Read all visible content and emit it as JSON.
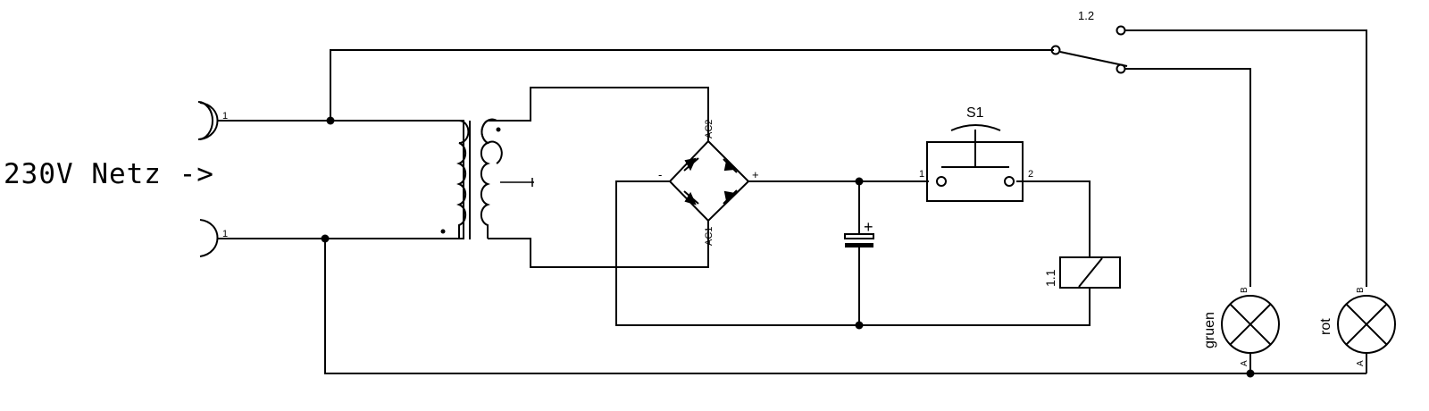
{
  "title_label": "230V Netz ->",
  "connectors": {
    "top_pin": "1",
    "bottom_pin": "1"
  },
  "rectifier": {
    "ac2": "AC2",
    "ac1": "AC1",
    "minus": "-",
    "plus": "+"
  },
  "capacitor": {
    "polarity": "+"
  },
  "switch_s1": {
    "name": "S1",
    "pin1": "1",
    "pin2": "2"
  },
  "relay": {
    "coil_label": "1.1",
    "contact_label": "1.2"
  },
  "lamps": [
    {
      "name": "gruen",
      "pin_a": "A",
      "pin_b": "B"
    },
    {
      "name": "rot",
      "pin_a": "A",
      "pin_b": "B"
    }
  ]
}
